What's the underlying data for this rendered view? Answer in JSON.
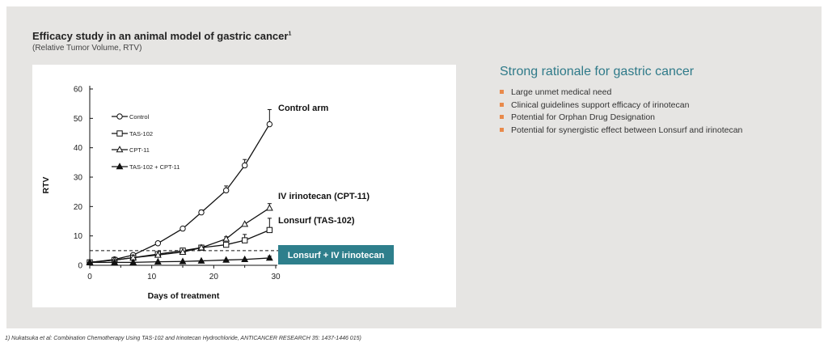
{
  "header": {
    "title": "Efficacy study in an animal model of gastric cancer",
    "title_sup": "1",
    "subtitle": "(Relative Tumor Volume, RTV)"
  },
  "rationale": {
    "title": "Strong rationale for gastric cancer",
    "items": [
      "Large unmet medical need",
      "Clinical guidelines support efficacy of irinotecan",
      "Potential for Orphan Drug Designation",
      "Potential for synergistic effect between Lonsurf and irinotecan"
    ],
    "bullet_color": "#e98a4b",
    "title_color": "#2f7a89"
  },
  "footnote": "1) Nukatsuka et al: Combination Chemotherapy Using TAS-102 and Irinotecan Hydrochloride, ANTICANCER RESEARCH 35: 1437-1446 015)",
  "chart_data": {
    "type": "line",
    "title": "",
    "xlabel": "Days of treatment",
    "ylabel": "RTV",
    "xlim": [
      0,
      30
    ],
    "ylim": [
      0,
      60
    ],
    "xticks": [
      0,
      10,
      20,
      30
    ],
    "yticks": [
      0,
      10,
      20,
      30,
      40,
      50,
      60
    ],
    "reference_line": 5,
    "grid": false,
    "legend_position": "top-left",
    "series": [
      {
        "name": "Control",
        "label": "Control arm",
        "marker": "circle-open",
        "x": [
          0,
          4,
          7,
          11,
          15,
          18,
          22,
          25,
          29
        ],
        "y": [
          1,
          2,
          3.5,
          7.5,
          12.5,
          18,
          25.5,
          34,
          48
        ],
        "err": [
          0,
          0,
          0,
          0,
          0,
          0.8,
          1.5,
          2,
          5
        ]
      },
      {
        "name": "TAS-102",
        "label": "Lonsurf (TAS-102)",
        "marker": "square-open",
        "x": [
          0,
          4,
          7,
          11,
          15,
          18,
          22,
          25,
          29
        ],
        "y": [
          1,
          1.8,
          2.6,
          3.8,
          5,
          6,
          7,
          8.5,
          12
        ],
        "err": [
          0,
          0,
          0,
          0,
          0,
          0,
          0,
          2,
          4
        ]
      },
      {
        "name": "CPT-11",
        "label": "IV irinotecan (CPT-11)",
        "marker": "triangle-open",
        "x": [
          0,
          4,
          7,
          11,
          15,
          18,
          22,
          25,
          29
        ],
        "y": [
          1,
          1.8,
          2.6,
          3.5,
          4.5,
          6,
          9,
          14,
          19.5
        ],
        "err": [
          0,
          0,
          0,
          0,
          0,
          0,
          0.7,
          0,
          1.5
        ]
      },
      {
        "name": "TAS-102 + CPT-11",
        "label": "Lonsurf + IV irinotecan",
        "marker": "triangle-filled",
        "x": [
          0,
          4,
          7,
          11,
          15,
          18,
          22,
          25,
          29
        ],
        "y": [
          1,
          1,
          1,
          1.2,
          1.3,
          1.5,
          1.8,
          2,
          2.5
        ],
        "err": [
          0,
          0,
          0,
          0,
          0,
          0,
          0,
          0,
          0.6
        ]
      }
    ],
    "highlight_label_bg": "#2e7f8c",
    "highlight_label_color": "#ffffff"
  }
}
